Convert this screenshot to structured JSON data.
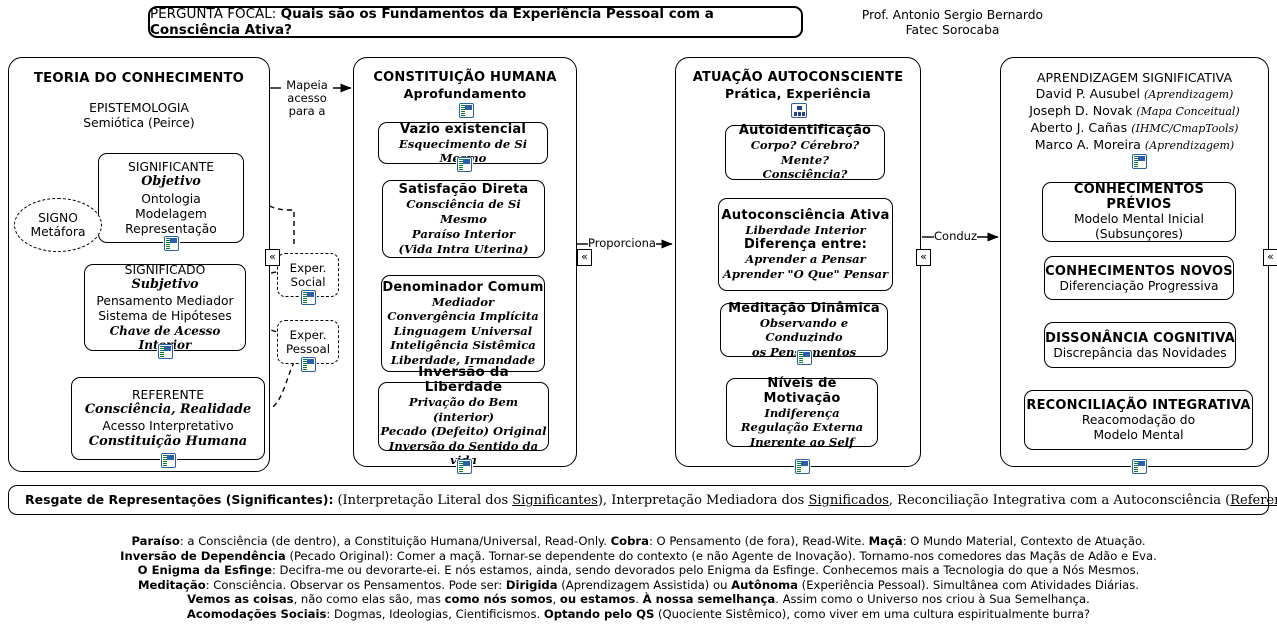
{
  "header": {
    "focal_prefix": "PERGUNTA FOCAL:",
    "focal_question": "Quais são os Fundamentos da Experiência Pessoal com a Consciência Ativa?",
    "author": "Prof. Antonio Sergio Bernardo",
    "affiliation": "Fatec Sorocaba"
  },
  "connectors": {
    "mapeia": "Mapeia\nacesso\npara a",
    "mapeia_l1": "Mapeia",
    "mapeia_l2": "acesso",
    "mapeia_l3": "para a",
    "proporciona": "Proporciona",
    "conduz": "Conduz"
  },
  "col1": {
    "title": "TEORIA DO CONHECIMENTO",
    "sub1": "EPISTEMOLOGIA",
    "sub2": "Semiótica (Peirce)",
    "signo": {
      "l1": "SIGNO",
      "l2": "Metáfora"
    },
    "significante": {
      "title": "SIGNIFICANTE",
      "script": "Objetivo",
      "lines": [
        "Ontologia",
        "Modelagem",
        "Representação"
      ]
    },
    "significado": {
      "title": "SIGNIFICADO",
      "script": "Subjetivo",
      "lines": [
        "Pensamento Mediador",
        "Sistema de Hipóteses"
      ],
      "script_line": "Chave de Acesso Interior"
    },
    "referente": {
      "title": "REFERENTE",
      "script": "Consciência, Realidade",
      "lines": [
        "Acesso Interpretativo"
      ],
      "script_line": "Constituição Humana"
    },
    "exper_social": {
      "l1": "Exper.",
      "l2": "Social"
    },
    "exper_pessoal": {
      "l1": "Exper.",
      "l2": "Pessoal"
    }
  },
  "col2": {
    "title": "CONSTITUIÇÃO HUMANA",
    "subtitle": "Aprofundamento",
    "boxes": [
      {
        "title": "Vazio existencial",
        "script": [
          "Esquecimento de Si Mesmo"
        ]
      },
      {
        "title": "Satisfação Direta",
        "script": [
          "Consciência de Si Mesmo",
          "Paraíso Interior",
          "(Vida Intra Uterina)"
        ]
      },
      {
        "title": "Denominador Comum",
        "script": [
          "Mediador",
          "Convergência Implícita",
          "Linguagem Universal",
          "Inteligência Sistêmica",
          "Liberdade, Irmandade"
        ]
      },
      {
        "title": "Inversão da Liberdade",
        "script": [
          "Privação do Bem (interior)",
          "Pecado (Defeito) Original",
          "Inversão do Sentido da vida"
        ]
      }
    ]
  },
  "col3": {
    "title": "ATUAÇÃO AUTOCONSCIENTE",
    "subtitle": "Prática, Experiência",
    "boxes": [
      {
        "title": "Autoidentificação",
        "script": [
          "Corpo? Cérebro? Mente?",
          "Consciência?"
        ]
      },
      {
        "title": "Autoconsciência Ativa",
        "script": [
          "Liberdade Interior"
        ],
        "title2": "Diferença entre:",
        "script2": [
          "Aprender a Pensar",
          "Aprender \"O Que\" Pensar"
        ]
      },
      {
        "title": "Meditação Dinâmica",
        "script": [
          "Observando e Conduzindo",
          "os Pensamentos"
        ]
      },
      {
        "title": "Níveis de Motivação",
        "script": [
          "Indiferença",
          "Regulação Externa",
          "Inerente ao Self"
        ]
      }
    ]
  },
  "col4": {
    "title": "APRENDIZAGEM SIGNIFICATIVA",
    "authors": [
      {
        "name": "David P. Ausubel",
        "note": "(Aprendizagem)"
      },
      {
        "name": "Joseph D. Novak",
        "note": "(Mapa Conceitual)"
      },
      {
        "name": "Aberto J. Cañas",
        "note": "(IHMC/CmapTools)"
      },
      {
        "name": "Marco A. Moreira",
        "note": "(Aprendizagem)"
      }
    ],
    "boxes": [
      {
        "title": "CONHECIMENTOS PRÉVIOS",
        "lines": [
          "Modelo Mental Inicial",
          "(Subsunçores)"
        ]
      },
      {
        "title": "CONHECIMENTOS NOVOS",
        "lines": [
          "Diferenciação Progressiva"
        ]
      },
      {
        "title": "DISSONÂNCIA COGNITIVA",
        "lines": [
          "Discrepância das Novidades"
        ]
      },
      {
        "title": "RECONCILIAÇÃO INTEGRATIVA",
        "lines": [
          "Reacomodação do",
          "Modelo Mental"
        ]
      }
    ]
  },
  "resgate": {
    "bold": "Resgate de Representações (Significantes):",
    "p1": "(Interpretação Literal dos ",
    "u1": "Significantes",
    "p2": "), Interpretação Mediadora dos ",
    "u2": "Significados",
    "p3": ", Reconciliação Integrativa com a Autoconsciência (",
    "u3": "Referente",
    "p4": ")"
  },
  "footer": {
    "lines": [
      [
        {
          "t": "Paraíso",
          "b": true
        },
        {
          "t": ": a Consciência (de dentro), a Constituição Humana/Universal, Read-Only.   ",
          "b": false
        },
        {
          "t": "Cobra",
          "b": true
        },
        {
          "t": ": O Pensamento (de fora), Read-Wite.   ",
          "b": false
        },
        {
          "t": "Maçã",
          "b": true
        },
        {
          "t": ": O Mundo Material, Contexto de Atuação.",
          "b": false
        }
      ],
      [
        {
          "t": "Inversão de Dependência",
          "b": true
        },
        {
          "t": " (Pecado Original): Comer a maçã. Tornar-se dependente do contexto (e não Agente de Inovação). Tornamo-nos comedores das Maçãs de Adão e Eva.",
          "b": false
        }
      ],
      [
        {
          "t": "O Enigma da Esfinge",
          "b": true
        },
        {
          "t": ": Decifra-me ou devorarte-ei. E nós estamos, ainda, sendo devorados pelo Enigma da Esfinge. Conhecemos mais a Tecnologia do que a Nós Mesmos.",
          "b": false
        }
      ],
      [
        {
          "t": "Meditação",
          "b": true
        },
        {
          "t": ": Consciência. Observar os Pensamentos. Pode ser: ",
          "b": false
        },
        {
          "t": "Dirigida",
          "b": true
        },
        {
          "t": " (Aprendizagem Assistida) ou ",
          "b": false
        },
        {
          "t": "Autônoma",
          "b": true
        },
        {
          "t": " (Experiência Pessoal). Simultânea com Atividades Diárias.",
          "b": false
        }
      ],
      [
        {
          "t": "Vemos as coisas",
          "b": true
        },
        {
          "t": ", não como elas são, mas ",
          "b": false
        },
        {
          "t": "como nós somos",
          "b": true
        },
        {
          "t": ", ",
          "b": false
        },
        {
          "t": "ou estamos",
          "b": true
        },
        {
          "t": ". ",
          "b": false
        },
        {
          "t": "À nossa semelhança",
          "b": true
        },
        {
          "t": ". Assim como o Universo nos criou à Sua Semelhança.",
          "b": false
        }
      ],
      [
        {
          "t": "Acomodações Sociais",
          "b": true
        },
        {
          "t": ": Dogmas, Ideologias, Cientificismos. ",
          "b": false
        },
        {
          "t": "Optando pelo QS",
          "b": true
        },
        {
          "t": " (Quociente Sistêmico), como viver em uma cultura espiritualmente burra?",
          "b": false
        }
      ]
    ]
  },
  "icons": {
    "doc": "document-icon",
    "tree": "tree-icon",
    "chevron": "«"
  }
}
